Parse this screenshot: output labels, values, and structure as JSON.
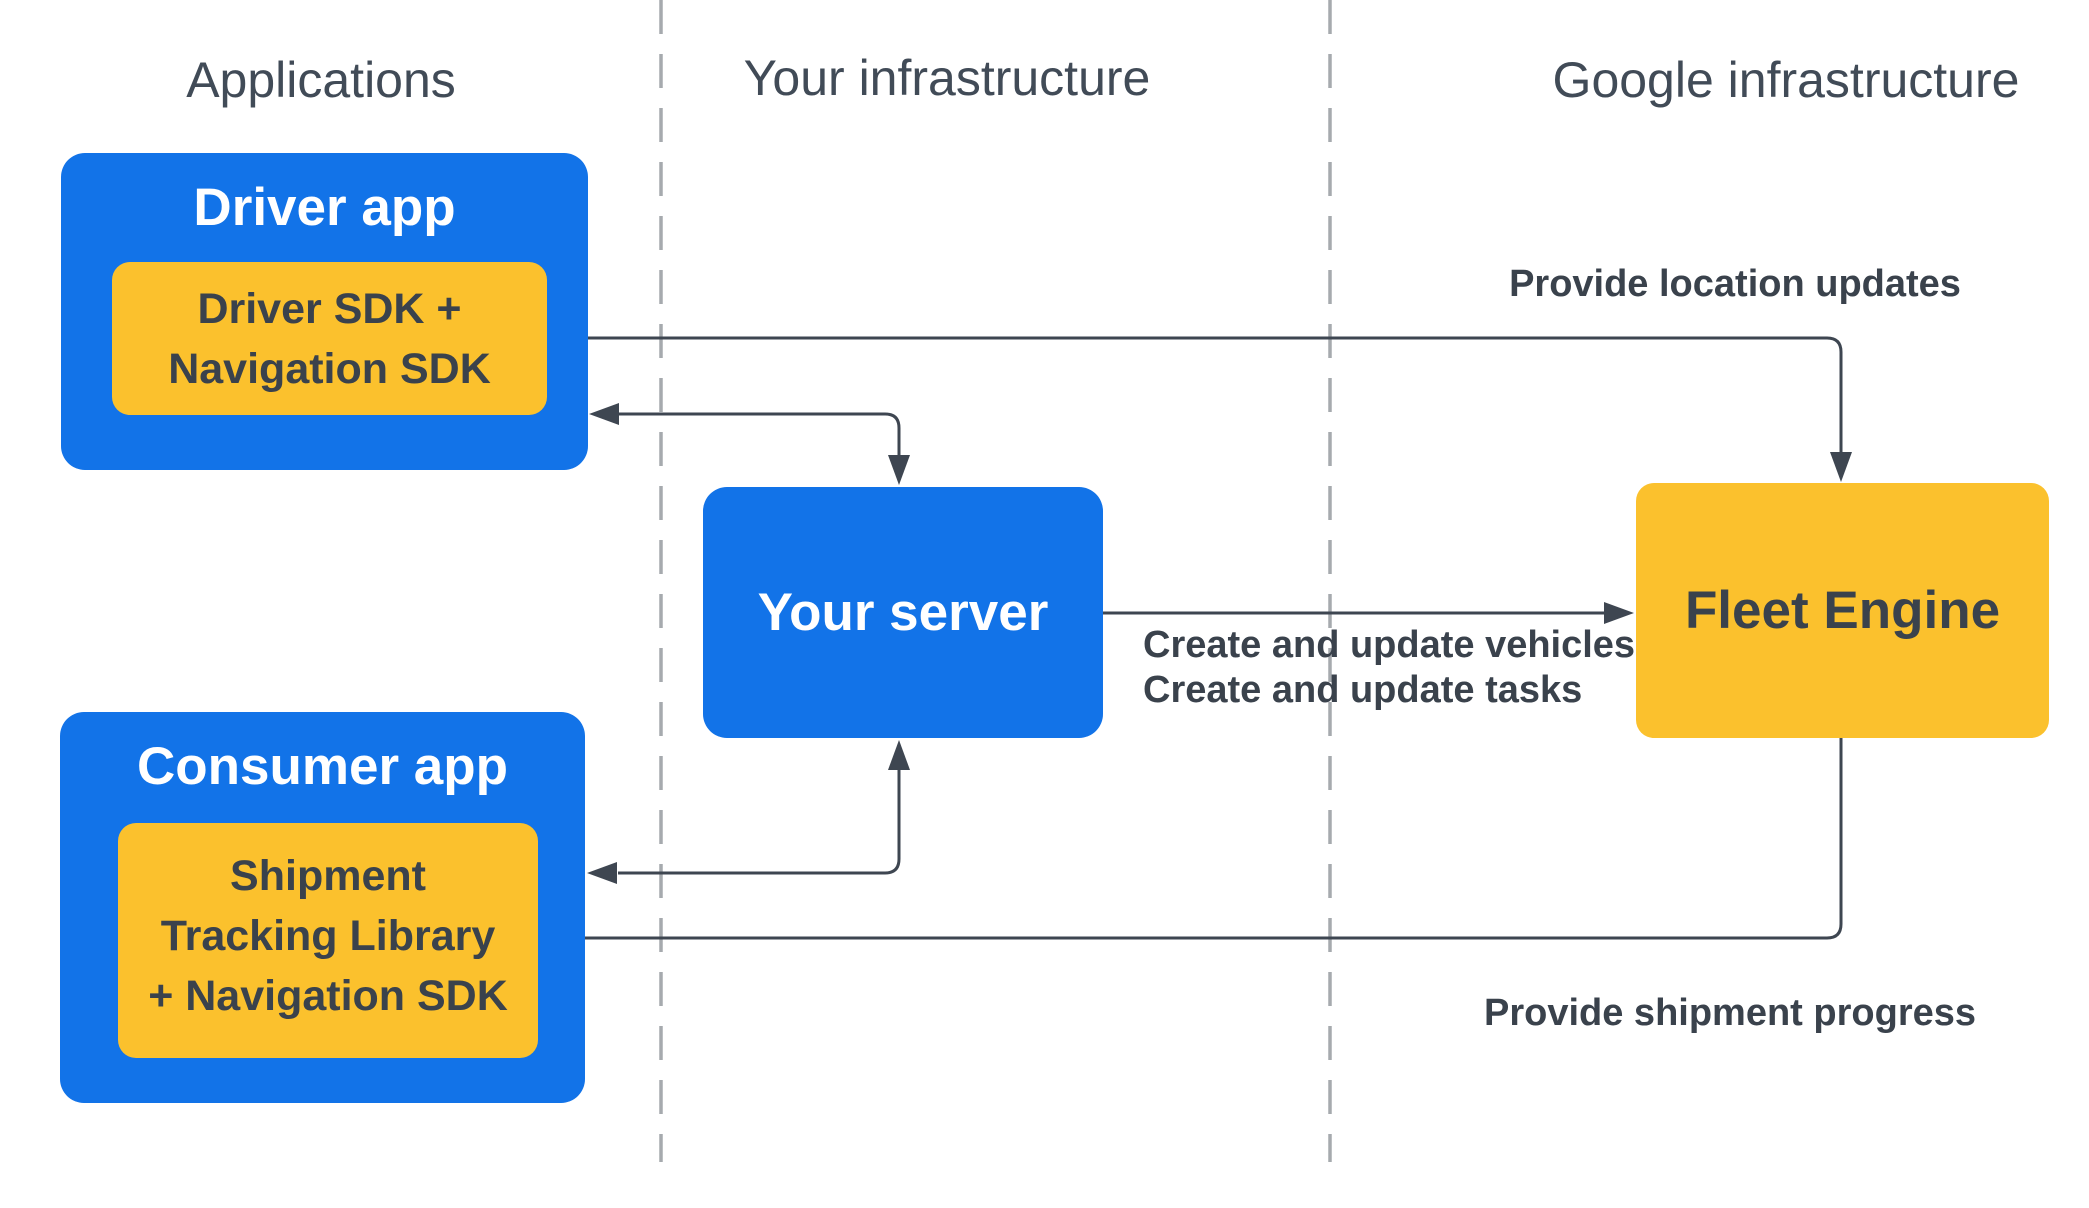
{
  "columns": [
    {
      "id": "applications",
      "label": "Applications"
    },
    {
      "id": "your-infrastructure",
      "label": "Your infrastructure"
    },
    {
      "id": "google-infrastructure",
      "label": "Google infrastructure"
    }
  ],
  "nodes": {
    "driver_app": {
      "title": "Driver app"
    },
    "driver_sdk": {
      "lines": [
        "Driver SDK +",
        "Navigation SDK"
      ]
    },
    "consumer_app": {
      "title": "Consumer app"
    },
    "shipment_tracking": {
      "lines": [
        "Shipment",
        "Tracking Library",
        "+ Navigation SDK"
      ]
    },
    "your_server": {
      "title": "Your server"
    },
    "fleet_engine": {
      "title": "Fleet Engine"
    }
  },
  "edges": {
    "provide_location_updates": {
      "label": "Provide location updates"
    },
    "create_update_vehicles": {
      "label": "Create and update vehicles"
    },
    "create_update_tasks": {
      "label": "Create and update tasks"
    },
    "provide_shipment_progress": {
      "label": "Provide shipment progress"
    }
  },
  "colors": {
    "app_blue": "#1273E8",
    "accent_yellow": "#FBC12D",
    "text_dark": "#3A424C",
    "title_on_blue": "#FFFFFF",
    "arrow": "#3E4651",
    "divider_gray": "#A6AAAE"
  }
}
